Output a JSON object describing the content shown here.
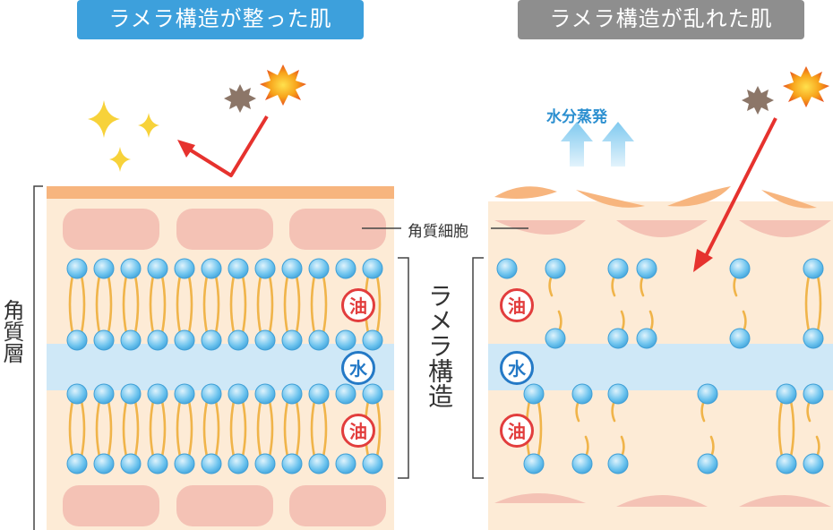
{
  "left_panel": {
    "title": "ラメラ構造が整った肌"
  },
  "right_panel": {
    "title": "ラメラ構造が乱れた肌",
    "evaporation_label": "水分蒸発"
  },
  "labels": {
    "stratum_corneum": "角質層",
    "corneocyte": "角質細胞",
    "lamellar_structure": "ラメラ構造",
    "oil": "油",
    "water": "水"
  },
  "colors": {
    "title_healthy": "#3da0dc",
    "title_damaged": "#8e8e8e",
    "skin_base": "#fdebd6",
    "corneocyte": "#f4c2b5",
    "surface_layer": "#f7b57e",
    "water_band": "#cfe8f7",
    "lipid_head": "#6cc3ee",
    "lipid_tail": "#f0b44a",
    "uv_ray": "#e6322e",
    "oil_badge": "#e23d3d",
    "water_badge": "#2479c6"
  }
}
